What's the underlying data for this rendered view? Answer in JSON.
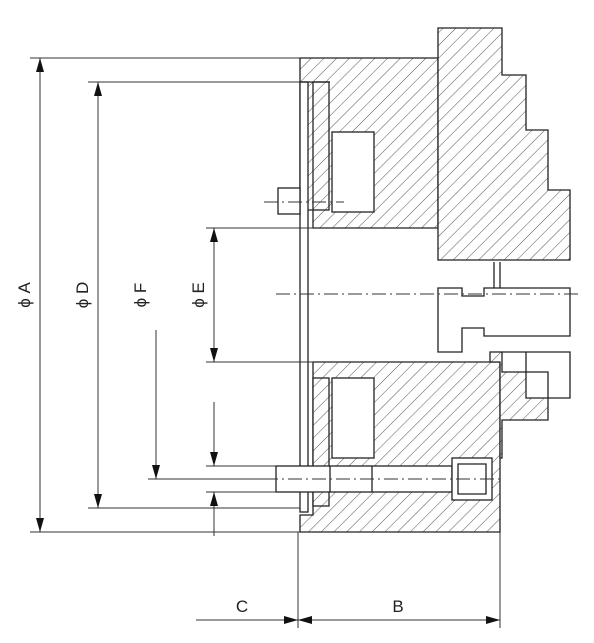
{
  "dimensions": {
    "a": "ϕ A",
    "d": "ϕ D",
    "f": "ϕ F",
    "e": "ϕ E",
    "c": "C",
    "b": "B"
  }
}
